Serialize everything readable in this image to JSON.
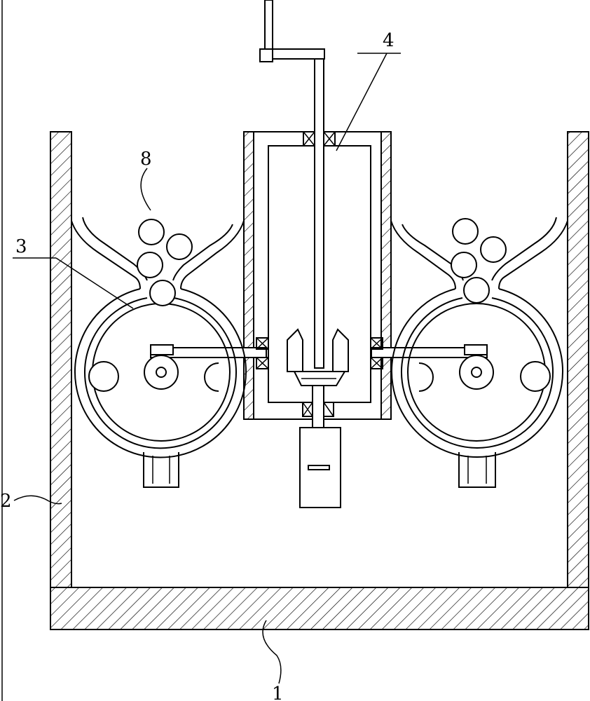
{
  "labels": {
    "base": "1",
    "tank": "2",
    "crusher_housing": "3",
    "motor_housing": "4",
    "balls": "8"
  }
}
